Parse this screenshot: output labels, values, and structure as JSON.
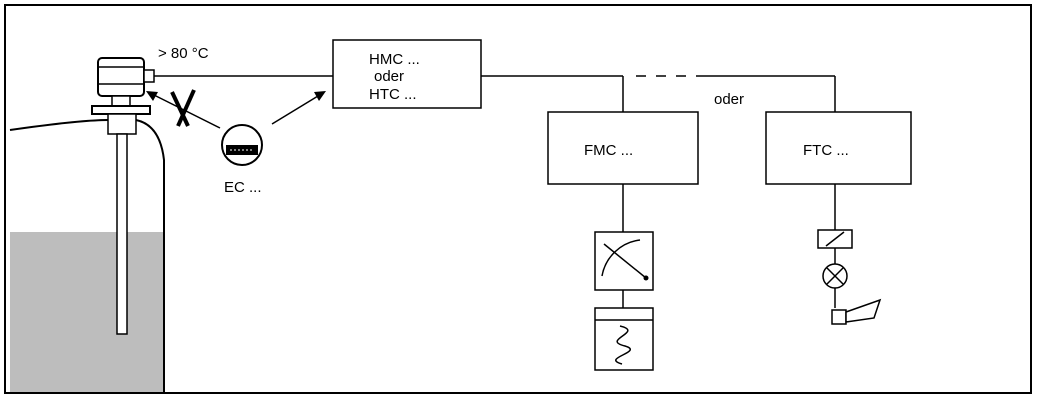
{
  "labels": {
    "temperature": "> 80 °C",
    "ec": "EC ...",
    "hmc": "HMC ...",
    "hmc_oder": "oder",
    "htc": "HTC ...",
    "oder": "oder",
    "fmc": "FMC ...",
    "ftc": "FTC ..."
  },
  "colors": {
    "line": "#000000",
    "liquid": "#bdbdbd",
    "background": "#ffffff"
  }
}
